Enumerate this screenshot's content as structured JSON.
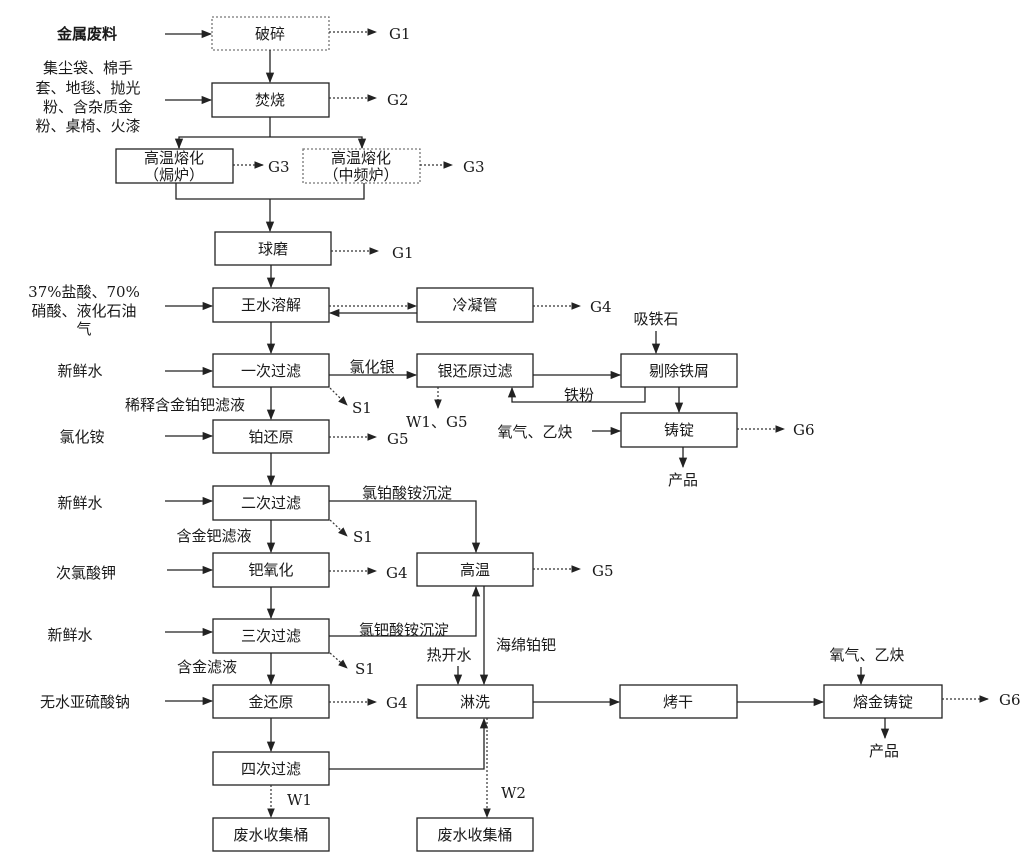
{
  "title": "",
  "boxes": {
    "crush": "破碎",
    "incinerate": "焚烧",
    "melt_crucible_1": "高温熔化",
    "melt_crucible_2": "（焗炉）",
    "melt_if_1": "高温熔化",
    "melt_if_2": "（中频炉）",
    "ball_mill": "球磨",
    "aqua_regia": "王水溶解",
    "condenser": "冷凝管",
    "filter1": "一次过滤",
    "ag_reduce_filter": "银还原过滤",
    "remove_iron": "剔除铁屑",
    "ingot_ag": "铸锭",
    "pt_reduce": "铂还原",
    "filter2": "二次过滤",
    "pd_oxidize": "钯氧化",
    "high_temp": "高温",
    "filter3": "三次过滤",
    "au_reduce": "金还原",
    "rinse": "淋洗",
    "dry": "烤干",
    "au_ingot": "熔金铸锭",
    "filter4": "四次过滤",
    "waste_bucket_1": "废水收集桶",
    "waste_bucket_2": "废水收集桶"
  },
  "inputs": {
    "metal_scrap": "金属废料",
    "incin_lines": [
      "集尘袋、棉手",
      "套、地毯、抛光",
      "粉、含杂质金",
      "粉、桌椅、火漆"
    ],
    "acid_lines": [
      "37%盐酸、70%",
      "硝酸、液化石油",
      "气"
    ],
    "fresh_water_1": "新鲜水",
    "ammonium_chloride": "氯化铵",
    "fresh_water_2": "新鲜水",
    "potassium_hypochlorite": "次氯酸钾",
    "fresh_water_3": "新鲜水",
    "sodium_sulfite": "无水亚硫酸钠",
    "magnet": "吸铁石",
    "oxy_acetylene_1": "氧气、乙炔",
    "oxy_acetylene_2": "氧气、乙炔",
    "hot_water": "热开水"
  },
  "flow_labels": {
    "silver_chloride": "氯化银",
    "iron_powder": "铁粉",
    "diluted_filtrate": "稀释含金铂钯滤液",
    "ammonium_chloroplatinate": "氯铂酸铵沉淀",
    "au_pd_filtrate": "含金钯滤液",
    "ammonium_chloropalladate": "氯钯酸铵沉淀",
    "sponge_pt_pd": "海绵铂钯",
    "au_filtrate": "含金滤液"
  },
  "emissions": {
    "g1_crush": "G1",
    "g2": "G2",
    "g3_crucible": "G3",
    "g3_if": "G3",
    "g1_mill": "G1",
    "g4_condenser": "G4",
    "s1_filter1": "S1",
    "w1_g5": "W1、G5",
    "g5_pt": "G5",
    "g6_ingot": "G6",
    "s1_filter2": "S1",
    "g4_pd": "G4",
    "g5_high": "G5",
    "s1_filter3": "S1",
    "g4_au": "G4",
    "g6_au": "G6",
    "w1": "W1",
    "w2": "W2"
  },
  "outputs": {
    "product_1": "产品",
    "product_2": "产品"
  }
}
